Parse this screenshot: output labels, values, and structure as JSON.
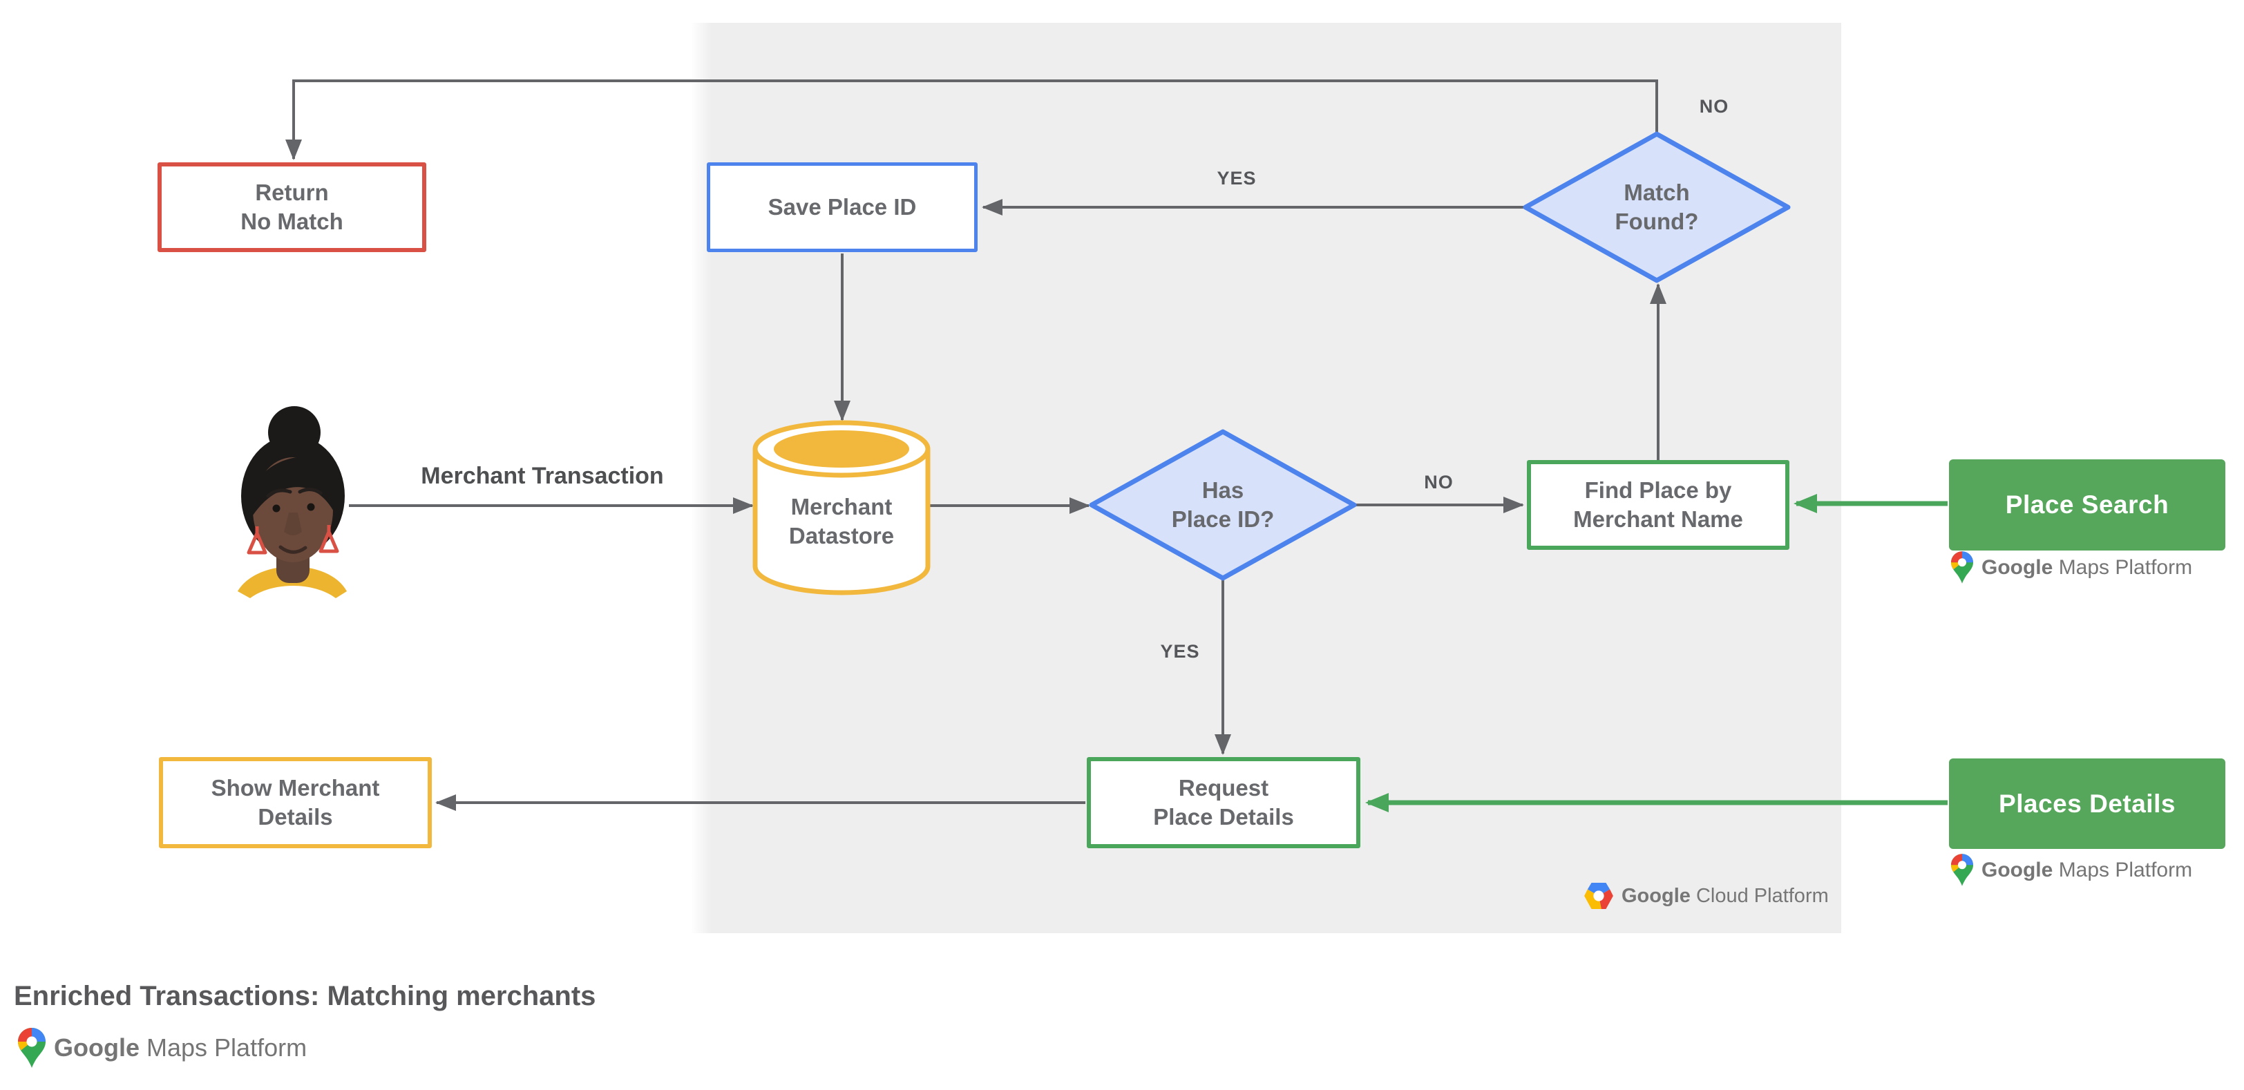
{
  "colors": {
    "red": "#D95145",
    "blue": "#4C83ED",
    "blue_fill": "#D7E1FA",
    "yellow": "#F2B83E",
    "green": "#4AA65A",
    "green_fill": "#56A65C",
    "wire": "#636569",
    "panel": "#EEEEEE",
    "node_text": "#67696C",
    "label_text": "#4E4F51",
    "brand_text": "#757575",
    "title_text": "#58585A",
    "white": "#FFFFFF"
  },
  "nodes": {
    "return_no_match": {
      "line1": "Return",
      "line2": "No Match"
    },
    "save_place_id": {
      "label": "Save Place ID"
    },
    "merchant_datastore": {
      "line1": "Merchant",
      "line2": "Datastore"
    },
    "has_place_id": {
      "line1": "Has",
      "line2": "Place ID?"
    },
    "match_found": {
      "line1": "Match",
      "line2": "Found?"
    },
    "find_place_by_merchant_name": {
      "line1": "Find Place by",
      "line2": "Merchant Name"
    },
    "request_place_details": {
      "line1": "Request",
      "line2": "Place Details"
    },
    "show_merchant_details": {
      "line1": "Show Merchant",
      "line2": "Details"
    }
  },
  "edge_labels": {
    "merchant_transaction": "Merchant Transaction",
    "match_found_no": "NO",
    "match_found_yes": "YES",
    "has_place_id_no": "NO",
    "has_place_id_yes": "YES"
  },
  "api_cards": {
    "place_search": {
      "label": "Place Search"
    },
    "places_details": {
      "label": "Places Details"
    }
  },
  "branding": {
    "maps_platform_strong": "Google",
    "maps_platform_light": "Maps Platform",
    "cloud_platform_strong": "Google",
    "cloud_platform_light": "Cloud Platform"
  },
  "footer": {
    "title": "Enriched Transactions: Matching merchants"
  }
}
